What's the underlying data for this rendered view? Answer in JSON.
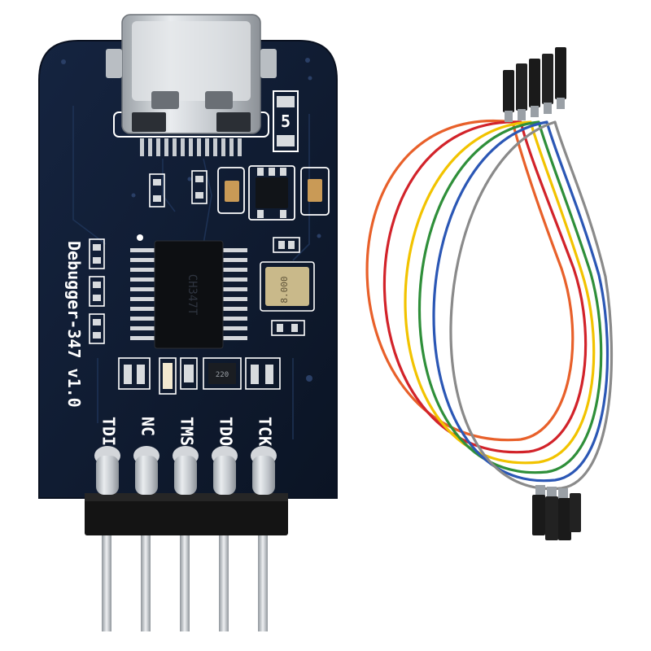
{
  "board": {
    "name": "Debugger-347 v1.0",
    "chip_marking": "CH347T",
    "crystal_marking": "8.000",
    "connector_marking": "5",
    "resistor_marking": "220",
    "pins": [
      "TDI",
      "NC",
      "TMS",
      "TDO",
      "TCK"
    ]
  },
  "colors": {
    "pcb": "#0f1a2e",
    "silkscreen": "#ffffff",
    "metal": "#cfd2d6",
    "header_plastic": "#141414"
  },
  "cable": {
    "wire_colors": [
      "#e8602a",
      "#d2232a",
      "#f2c300",
      "#2f8f3a",
      "#2b57b5",
      "#8a8a8a"
    ]
  }
}
